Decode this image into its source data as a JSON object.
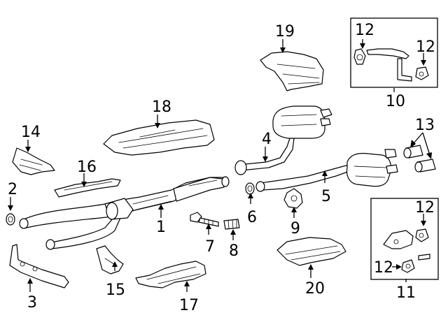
{
  "callouts": {
    "p1": "1",
    "p2": "2",
    "p3": "3",
    "p4": "4",
    "p5": "5",
    "p6": "6",
    "p7": "7",
    "p8": "8",
    "p9": "9",
    "p10": "10",
    "p11": "11",
    "p12a": "12",
    "p12b": "12",
    "p12c": "12",
    "p12d": "12",
    "p13": "13",
    "p14": "14",
    "p15": "15",
    "p16": "16",
    "p17": "17",
    "p18": "18",
    "p19": "19",
    "p20": "20"
  }
}
